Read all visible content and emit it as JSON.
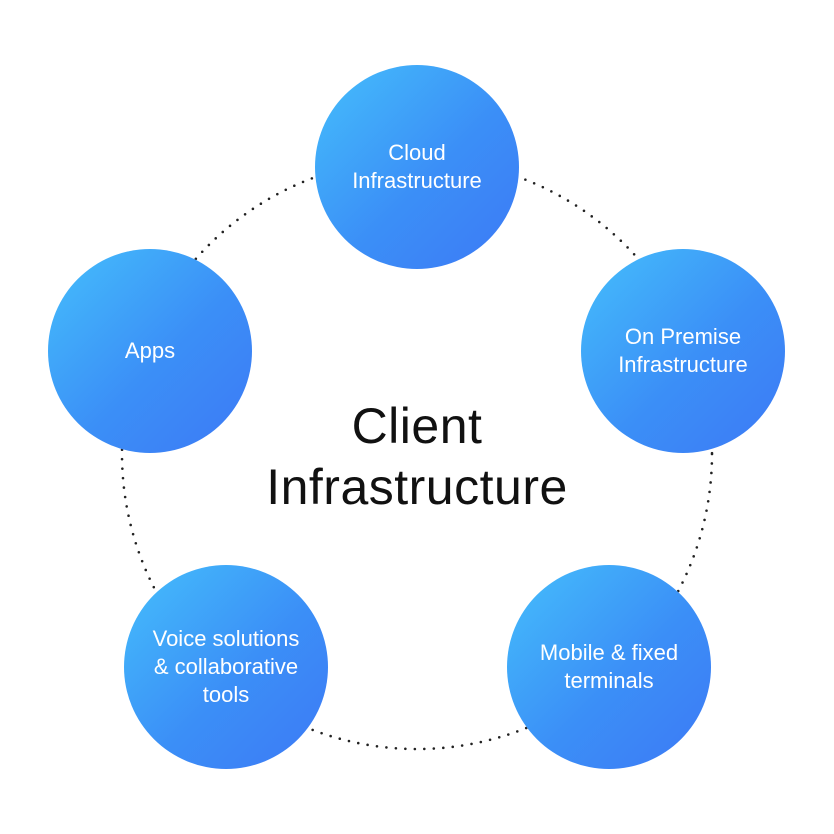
{
  "diagram": {
    "center_title_line1": "Client",
    "center_title_line2": "Infrastructure",
    "nodes": [
      {
        "id": "cloud",
        "label": "Cloud\nInfrastructure"
      },
      {
        "id": "on-premise",
        "label": "On Premise\nInfrastructure"
      },
      {
        "id": "mobile",
        "label": "Mobile & fixed\nterminals"
      },
      {
        "id": "voice",
        "label": "Voice solutions\n& collaborative\ntools"
      },
      {
        "id": "apps",
        "label": "Apps"
      }
    ]
  },
  "colors": {
    "node_gradient_start": "#45bffb",
    "node_gradient_end": "#3d79f5",
    "title_text": "#111111",
    "connector_dots": "#222222",
    "background": "#ffffff"
  }
}
